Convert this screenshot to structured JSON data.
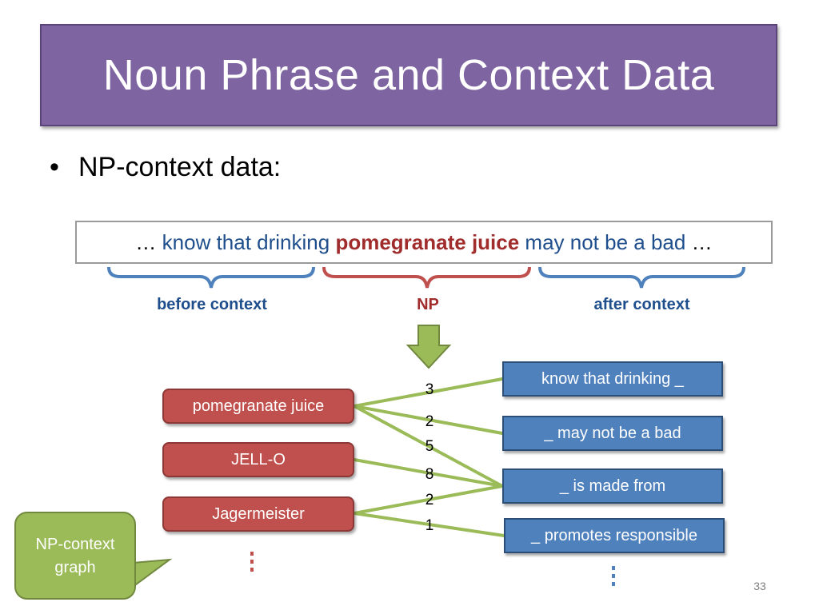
{
  "slide": {
    "title": "Noun Phrase and Context Data",
    "bullet": "NP-context data:",
    "page_number": "33"
  },
  "sentence": {
    "lead_ellipsis": "…",
    "before": "know that drinking",
    "np": "pomegranate juice",
    "after": "may not be a bad",
    "trail_ellipsis": "…"
  },
  "labels": {
    "before": "before context",
    "np": "NP",
    "after": "after context"
  },
  "graph": {
    "np_nodes": [
      {
        "label": "pomegranate juice"
      },
      {
        "label": "JELL-O"
      },
      {
        "label": "Jagermeister"
      }
    ],
    "context_nodes": [
      {
        "label": "know that drinking _"
      },
      {
        "label": "_ may not be a bad"
      },
      {
        "label": "_ is made from"
      },
      {
        "label": "_ promotes responsible"
      }
    ],
    "edge_weights": [
      "3",
      "2",
      "5",
      "8",
      "2",
      "1"
    ]
  },
  "callout": {
    "line1": "NP-context",
    "line2": "graph"
  },
  "colors": {
    "title_bg": "#7e64a0",
    "np_red": "#c0504d",
    "context_blue": "#4f81bd",
    "edge_green": "#9bbb59",
    "brace_blue": "#4f81bd",
    "brace_red": "#c0504d"
  }
}
